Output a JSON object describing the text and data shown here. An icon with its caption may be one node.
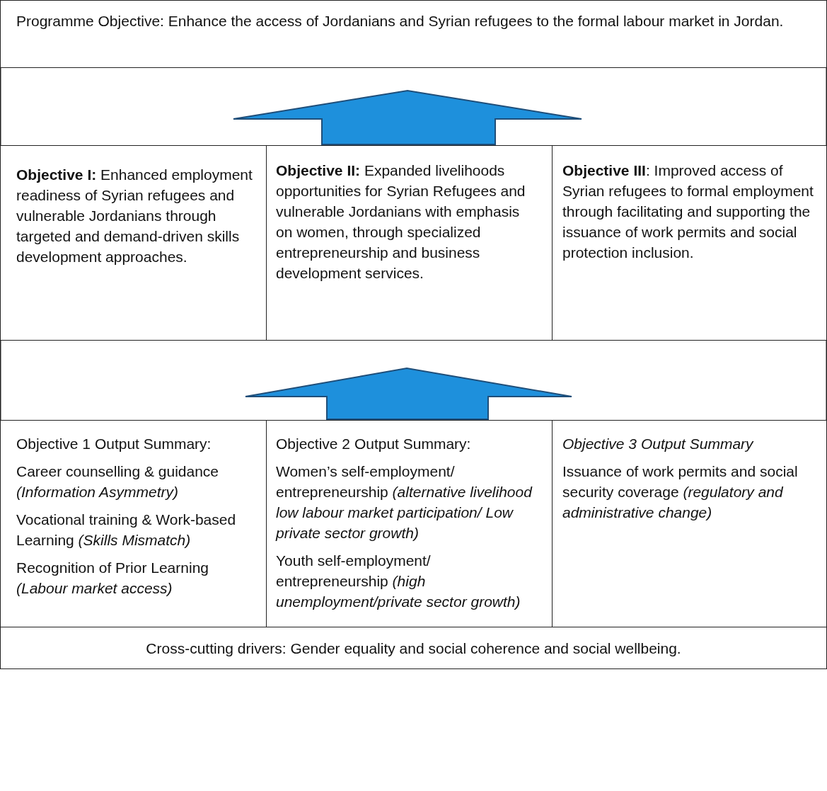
{
  "diagram": {
    "nodes": [
      {
        "text": [
          "Programme Objective: Enhance the access of Jordanians and Syrian refugees to the formal labour market in Jordan."
        ]
      },
      {
        "text": [
          "**Objective I:** Enhanced employment readiness of Syrian refugees and vulnerable Jordanians through targeted and demand-driven skills development approaches."
        ]
      },
      {
        "text": [
          "**Objective II:** Expanded livelihoods opportunities for Syrian Refugees and vulnerable Jordanians with emphasis on women, through specialized entrepreneurship and business development services."
        ]
      },
      {
        "text": [
          "**Objective III**: Improved access of Syrian refugees to formal employment through facilitating and supporting the issuance of work permits and social protection inclusion."
        ]
      },
      {
        "text": [
          "Objective 1 Output Summary:",
          "Career counselling & guidance *(Information Asymmetry)*",
          "Vocational training & Work-based Learning  *(Skills Mismatch)*",
          "Recognition of Prior Learning *(Labour market access)*"
        ]
      },
      {
        "text": [
          "Objective 2 Output Summary:",
          "Women’s self-employment/ entrepreneurship *(alternative livelihood low labour market participation/ Low private sector growth)*",
          "Youth self-employment/ entrepreneurship *(high unemployment/private sector growth)*"
        ]
      },
      {
        "text": [
          "*Objective 3 Output Summary*",
          "Issuance of work permits and social security coverage *(regulatory and administrative change)*"
        ]
      },
      {
        "text": [
          "Cross-cutting drivers: Gender equality and social coherence and social wellbeing."
        ]
      }
    ],
    "edges": [
      {
        "from": 1,
        "to": 0,
        "arrow": "to"
      },
      {
        "from": 2,
        "to": 0,
        "arrow": "to"
      },
      {
        "from": 3,
        "to": 0,
        "arrow": "to"
      },
      {
        "from": 4,
        "to": 1,
        "arrow": "to"
      },
      {
        "from": 5,
        "to": 2,
        "arrow": "to"
      },
      {
        "from": 6,
        "to": 3,
        "arrow": "to"
      }
    ]
  }
}
